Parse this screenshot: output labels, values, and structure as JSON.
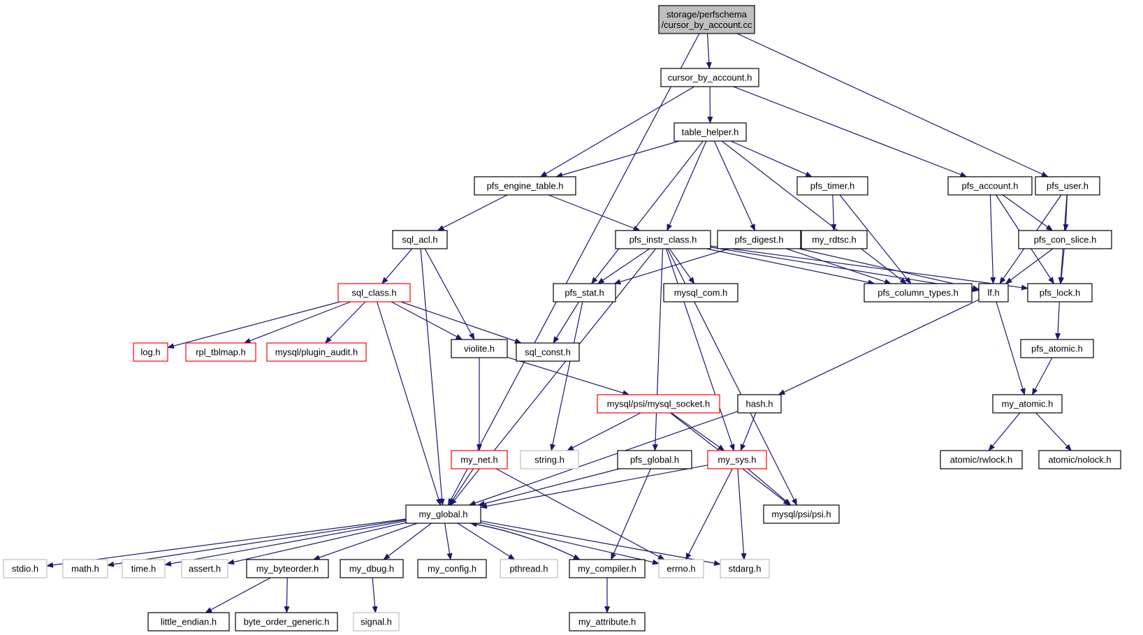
{
  "colors": {
    "edge": "#191970",
    "red_border": "#ff0000",
    "gray_border": "#bfbfbf",
    "root_fill": "#bfbfbf"
  },
  "nodes": [
    {
      "id": "root",
      "lines": [
        "storage/perfschema",
        "/cursor_by_account.cc"
      ],
      "style": "root"
    },
    {
      "id": "cursor_by_account_h",
      "lines": [
        "cursor_by_account.h"
      ],
      "style": "black"
    },
    {
      "id": "table_helper_h",
      "lines": [
        "table_helper.h"
      ],
      "style": "black"
    },
    {
      "id": "pfs_engine_table_h",
      "lines": [
        "pfs_engine_table.h"
      ],
      "style": "black"
    },
    {
      "id": "pfs_timer_h",
      "lines": [
        "pfs_timer.h"
      ],
      "style": "black"
    },
    {
      "id": "pfs_account_h",
      "lines": [
        "pfs_account.h"
      ],
      "style": "black"
    },
    {
      "id": "pfs_user_h",
      "lines": [
        "pfs_user.h"
      ],
      "style": "black"
    },
    {
      "id": "sql_acl_h",
      "lines": [
        "sql_acl.h"
      ],
      "style": "black"
    },
    {
      "id": "pfs_instr_class_h",
      "lines": [
        "pfs_instr_class.h"
      ],
      "style": "black"
    },
    {
      "id": "pfs_digest_h",
      "lines": [
        "pfs_digest.h"
      ],
      "style": "black"
    },
    {
      "id": "my_rdtsc_h",
      "lines": [
        "my_rdtsc.h"
      ],
      "style": "black"
    },
    {
      "id": "pfs_con_slice_h",
      "lines": [
        "pfs_con_slice.h"
      ],
      "style": "black"
    },
    {
      "id": "sql_class_h",
      "lines": [
        "sql_class.h"
      ],
      "style": "red"
    },
    {
      "id": "pfs_stat_h",
      "lines": [
        "pfs_stat.h"
      ],
      "style": "black"
    },
    {
      "id": "mysql_com_h",
      "lines": [
        "mysql_com.h"
      ],
      "style": "black"
    },
    {
      "id": "pfs_column_types_h",
      "lines": [
        "pfs_column_types.h"
      ],
      "style": "black"
    },
    {
      "id": "lf_h",
      "lines": [
        "lf.h"
      ],
      "style": "black"
    },
    {
      "id": "pfs_lock_h",
      "lines": [
        "pfs_lock.h"
      ],
      "style": "black"
    },
    {
      "id": "log_h",
      "lines": [
        "log.h"
      ],
      "style": "red"
    },
    {
      "id": "rpl_tblmap_h",
      "lines": [
        "rpl_tblmap.h"
      ],
      "style": "red"
    },
    {
      "id": "plugin_audit_h",
      "lines": [
        "mysql/plugin_audit.h"
      ],
      "style": "red"
    },
    {
      "id": "violite_h",
      "lines": [
        "violite.h"
      ],
      "style": "black"
    },
    {
      "id": "sql_const_h",
      "lines": [
        "sql_const.h"
      ],
      "style": "black"
    },
    {
      "id": "pfs_atomic_h",
      "lines": [
        "pfs_atomic.h"
      ],
      "style": "black"
    },
    {
      "id": "mysql_socket_h",
      "lines": [
        "mysql/psi/mysql_socket.h"
      ],
      "style": "red"
    },
    {
      "id": "hash_h",
      "lines": [
        "hash.h"
      ],
      "style": "black"
    },
    {
      "id": "my_atomic_h",
      "lines": [
        "my_atomic.h"
      ],
      "style": "black"
    },
    {
      "id": "my_net_h",
      "lines": [
        "my_net.h"
      ],
      "style": "red"
    },
    {
      "id": "string_h",
      "lines": [
        "string.h"
      ],
      "style": "gray"
    },
    {
      "id": "pfs_global_h",
      "lines": [
        "pfs_global.h"
      ],
      "style": "black"
    },
    {
      "id": "my_sys_h",
      "lines": [
        "my_sys.h"
      ],
      "style": "red"
    },
    {
      "id": "rwlock_h",
      "lines": [
        "atomic/rwlock.h"
      ],
      "style": "black"
    },
    {
      "id": "nolock_h",
      "lines": [
        "atomic/nolock.h"
      ],
      "style": "black"
    },
    {
      "id": "my_global_h",
      "lines": [
        "my_global.h"
      ],
      "style": "black"
    },
    {
      "id": "psi_h",
      "lines": [
        "mysql/psi/psi.h"
      ],
      "style": "black"
    },
    {
      "id": "stdio_h",
      "lines": [
        "stdio.h"
      ],
      "style": "gray"
    },
    {
      "id": "math_h",
      "lines": [
        "math.h"
      ],
      "style": "gray"
    },
    {
      "id": "time_h",
      "lines": [
        "time.h"
      ],
      "style": "gray"
    },
    {
      "id": "assert_h",
      "lines": [
        "assert.h"
      ],
      "style": "gray"
    },
    {
      "id": "my_byteorder_h",
      "lines": [
        "my_byteorder.h"
      ],
      "style": "black"
    },
    {
      "id": "my_dbug_h",
      "lines": [
        "my_dbug.h"
      ],
      "style": "black"
    },
    {
      "id": "my_config_h",
      "lines": [
        "my_config.h"
      ],
      "style": "black"
    },
    {
      "id": "pthread_h",
      "lines": [
        "pthread.h"
      ],
      "style": "gray"
    },
    {
      "id": "my_compiler_h",
      "lines": [
        "my_compiler.h"
      ],
      "style": "black"
    },
    {
      "id": "errno_h",
      "lines": [
        "errno.h"
      ],
      "style": "gray"
    },
    {
      "id": "stdarg_h",
      "lines": [
        "stdarg.h"
      ],
      "style": "gray"
    },
    {
      "id": "little_endian_h",
      "lines": [
        "little_endian.h"
      ],
      "style": "black"
    },
    {
      "id": "byte_order_generic_h",
      "lines": [
        "byte_order_generic.h"
      ],
      "style": "black"
    },
    {
      "id": "signal_h",
      "lines": [
        "signal.h"
      ],
      "style": "gray"
    },
    {
      "id": "my_attribute_h",
      "lines": [
        "my_attribute.h"
      ],
      "style": "black"
    }
  ],
  "edges": [
    [
      "root",
      "cursor_by_account_h"
    ],
    [
      "root",
      "pfs_user_h"
    ],
    [
      "root",
      "my_global_h"
    ],
    [
      "cursor_by_account_h",
      "table_helper_h"
    ],
    [
      "cursor_by_account_h",
      "pfs_engine_table_h"
    ],
    [
      "cursor_by_account_h",
      "pfs_account_h"
    ],
    [
      "table_helper_h",
      "pfs_engine_table_h"
    ],
    [
      "table_helper_h",
      "pfs_timer_h"
    ],
    [
      "table_helper_h",
      "pfs_instr_class_h"
    ],
    [
      "table_helper_h",
      "pfs_digest_h"
    ],
    [
      "table_helper_h",
      "pfs_stat_h"
    ],
    [
      "table_helper_h",
      "pfs_column_types_h"
    ],
    [
      "pfs_engine_table_h",
      "sql_acl_h"
    ],
    [
      "pfs_engine_table_h",
      "pfs_instr_class_h"
    ],
    [
      "pfs_timer_h",
      "my_rdtsc_h"
    ],
    [
      "pfs_timer_h",
      "pfs_column_types_h"
    ],
    [
      "pfs_account_h",
      "pfs_con_slice_h"
    ],
    [
      "pfs_account_h",
      "lf_h"
    ],
    [
      "pfs_account_h",
      "pfs_lock_h"
    ],
    [
      "pfs_user_h",
      "pfs_con_slice_h"
    ],
    [
      "pfs_user_h",
      "lf_h"
    ],
    [
      "pfs_user_h",
      "pfs_lock_h"
    ],
    [
      "sql_acl_h",
      "sql_class_h"
    ],
    [
      "sql_acl_h",
      "violite_h"
    ],
    [
      "sql_acl_h",
      "my_global_h"
    ],
    [
      "pfs_instr_class_h",
      "pfs_stat_h"
    ],
    [
      "pfs_instr_class_h",
      "mysql_com_h"
    ],
    [
      "pfs_instr_class_h",
      "pfs_column_types_h"
    ],
    [
      "pfs_instr_class_h",
      "lf_h"
    ],
    [
      "pfs_instr_class_h",
      "pfs_lock_h"
    ],
    [
      "pfs_instr_class_h",
      "my_sys_h"
    ],
    [
      "pfs_instr_class_h",
      "psi_h"
    ],
    [
      "pfs_instr_class_h",
      "pfs_global_h"
    ],
    [
      "pfs_instr_class_h",
      "my_global_h"
    ],
    [
      "pfs_digest_h",
      "pfs_stat_h"
    ],
    [
      "pfs_digest_h",
      "pfs_column_types_h"
    ],
    [
      "pfs_digest_h",
      "lf_h"
    ],
    [
      "pfs_con_slice_h",
      "lf_h"
    ],
    [
      "pfs_con_slice_h",
      "pfs_lock_h"
    ],
    [
      "sql_class_h",
      "log_h"
    ],
    [
      "sql_class_h",
      "rpl_tblmap_h"
    ],
    [
      "sql_class_h",
      "plugin_audit_h"
    ],
    [
      "sql_class_h",
      "violite_h"
    ],
    [
      "sql_class_h",
      "sql_const_h"
    ],
    [
      "sql_class_h",
      "my_global_h"
    ],
    [
      "pfs_stat_h",
      "sql_const_h"
    ],
    [
      "pfs_stat_h",
      "string_h"
    ],
    [
      "lf_h",
      "hash_h"
    ],
    [
      "lf_h",
      "my_atomic_h"
    ],
    [
      "pfs_lock_h",
      "pfs_atomic_h"
    ],
    [
      "pfs_atomic_h",
      "my_atomic_h"
    ],
    [
      "violite_h",
      "mysql_socket_h"
    ],
    [
      "violite_h",
      "my_net_h"
    ],
    [
      "mysql_socket_h",
      "string_h"
    ],
    [
      "mysql_socket_h",
      "my_sys_h"
    ],
    [
      "mysql_socket_h",
      "psi_h"
    ],
    [
      "hash_h",
      "my_sys_h"
    ],
    [
      "hash_h",
      "my_global_h"
    ],
    [
      "my_atomic_h",
      "rwlock_h"
    ],
    [
      "my_atomic_h",
      "nolock_h"
    ],
    [
      "my_net_h",
      "my_global_h"
    ],
    [
      "my_net_h",
      "errno_h"
    ],
    [
      "pfs_global_h",
      "my_global_h"
    ],
    [
      "pfs_global_h",
      "my_compiler_h"
    ],
    [
      "my_sys_h",
      "my_global_h"
    ],
    [
      "my_sys_h",
      "psi_h"
    ],
    [
      "my_sys_h",
      "errno_h"
    ],
    [
      "my_sys_h",
      "stdarg_h"
    ],
    [
      "my_global_h",
      "stdio_h"
    ],
    [
      "my_global_h",
      "math_h"
    ],
    [
      "my_global_h",
      "time_h"
    ],
    [
      "my_global_h",
      "assert_h"
    ],
    [
      "my_global_h",
      "my_byteorder_h"
    ],
    [
      "my_global_h",
      "my_dbug_h"
    ],
    [
      "my_global_h",
      "my_config_h"
    ],
    [
      "my_global_h",
      "pthread_h"
    ],
    [
      "my_global_h",
      "my_compiler_h"
    ],
    [
      "my_global_h",
      "errno_h"
    ],
    [
      "my_global_h",
      "stdarg_h"
    ],
    [
      "my_compiler_h",
      "my_global_h"
    ],
    [
      "my_compiler_h",
      "my_attribute_h"
    ],
    [
      "my_byteorder_h",
      "little_endian_h"
    ],
    [
      "my_byteorder_h",
      "byte_order_generic_h"
    ],
    [
      "my_dbug_h",
      "signal_h"
    ]
  ]
}
